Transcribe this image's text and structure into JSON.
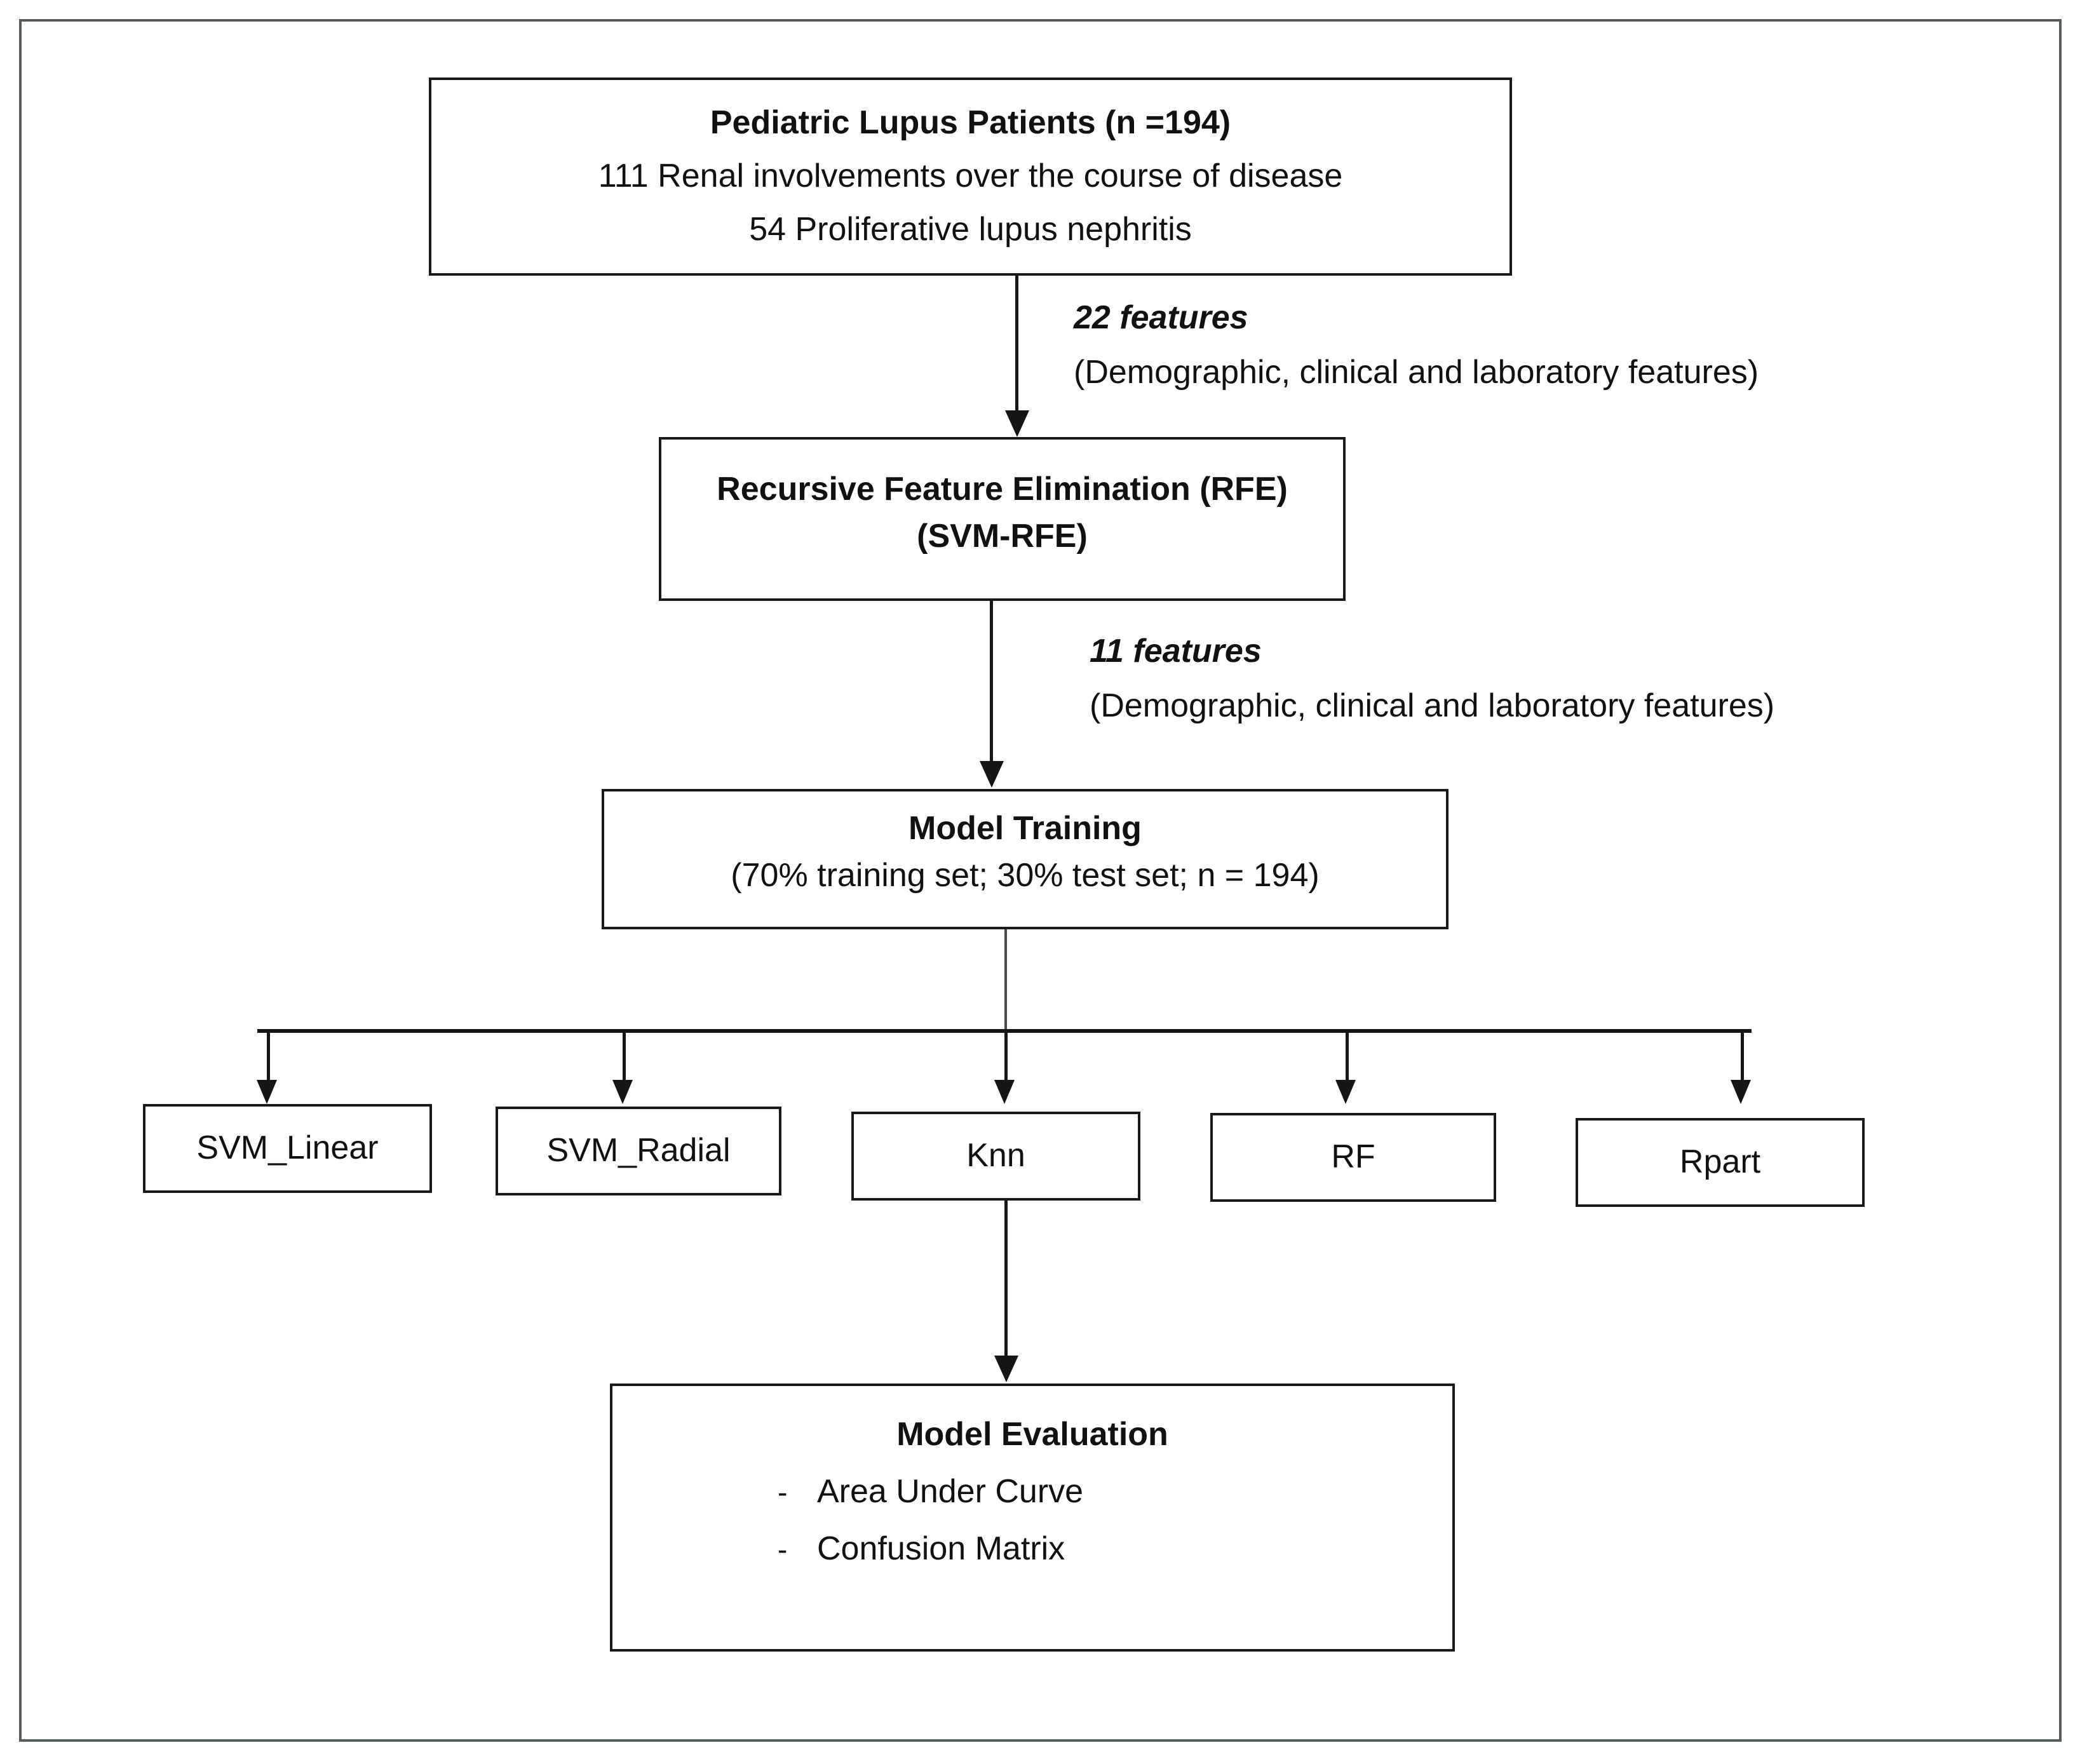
{
  "diagram": {
    "cohort_box": {
      "title": "Pediatric Lupus Patients (n =194)",
      "line2": "111 Renal involvements over the course of disease",
      "line3": "54 Proliferative lupus nephritis"
    },
    "edge_1": {
      "features": "22 features",
      "description": "(Demographic, clinical and laboratory features)"
    },
    "rfe_box": {
      "line1": "Recursive Feature Elimination (RFE)",
      "line2": "(SVM-RFE)"
    },
    "edge_2": {
      "features": "11  features",
      "description": "(Demographic, clinical and laboratory features)"
    },
    "training_box": {
      "title": "Model Training",
      "subtitle": "(70% training set; 30% test set; n = 194)"
    },
    "models": [
      {
        "label": "SVM_Linear"
      },
      {
        "label": "SVM_Radial"
      },
      {
        "label": "Knn"
      },
      {
        "label": "RF"
      },
      {
        "label": "Rpart"
      }
    ],
    "evaluation_box": {
      "title": "Model Evaluation",
      "bullet_marker": "-",
      "items": [
        {
          "label": "Area Under Curve"
        },
        {
          "label": "Confusion Matrix"
        }
      ]
    },
    "colors": {
      "box_border": "#1a1a1a",
      "frame_border": "#555c60",
      "connector": "#151515",
      "background": "#ffffff",
      "text": "#111111"
    }
  }
}
